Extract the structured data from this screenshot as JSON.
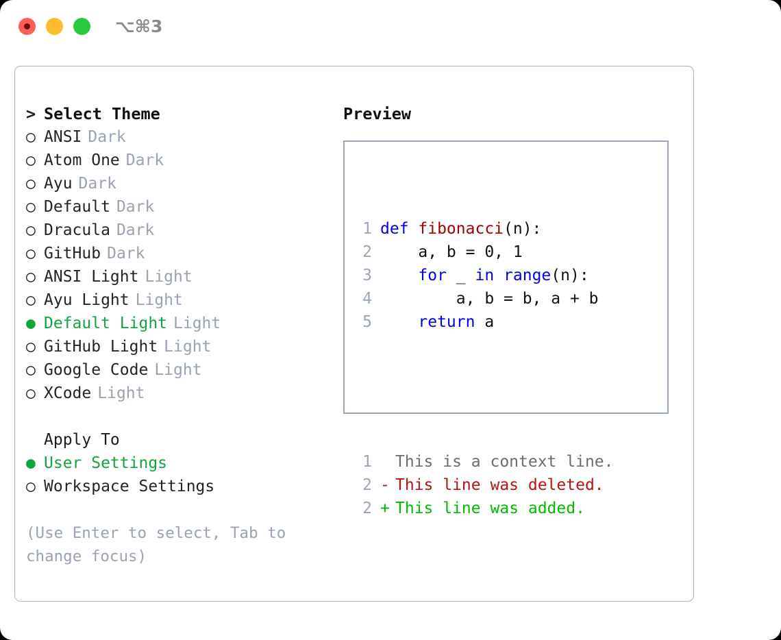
{
  "titlebar": {
    "shortcut": "⌥⌘3",
    "buttons": [
      "close",
      "minimize",
      "maximize"
    ]
  },
  "theme_picker": {
    "header_marker": ">",
    "header_label": "Select Theme",
    "unselected_marker": "○",
    "selected_marker": "●",
    "selected_color": "#10a63c",
    "items": [
      {
        "marker": "○",
        "name": "ANSI",
        "category": "Dark",
        "selected": false
      },
      {
        "marker": "○",
        "name": "Atom One",
        "category": "Dark",
        "selected": false
      },
      {
        "marker": "○",
        "name": "Ayu",
        "category": "Dark",
        "selected": false
      },
      {
        "marker": "○",
        "name": "Default",
        "category": "Dark",
        "selected": false
      },
      {
        "marker": "○",
        "name": "Dracula",
        "category": "Dark",
        "selected": false
      },
      {
        "marker": "○",
        "name": "GitHub",
        "category": "Dark",
        "selected": false
      },
      {
        "marker": "○",
        "name": "ANSI Light",
        "category": "Light",
        "selected": false
      },
      {
        "marker": "○",
        "name": "Ayu Light",
        "category": "Light",
        "selected": false
      },
      {
        "marker": "●",
        "name": "Default Light",
        "category": "Light",
        "selected": true
      },
      {
        "marker": "○",
        "name": "GitHub Light",
        "category": "Light",
        "selected": false
      },
      {
        "marker": "○",
        "name": "Google Code",
        "category": "Light",
        "selected": false
      },
      {
        "marker": "○",
        "name": "XCode",
        "category": "Light",
        "selected": false
      }
    ]
  },
  "apply_to": {
    "title": "Apply To",
    "items": [
      {
        "marker": "●",
        "label": "User Settings",
        "selected": true
      },
      {
        "marker": "○",
        "label": "Workspace Settings",
        "selected": false
      }
    ]
  },
  "hint": "(Use Enter to select, Tab to change focus)",
  "preview": {
    "title": "Preview",
    "code_lines": [
      {
        "num": "1",
        "tokens": [
          {
            "t": "def ",
            "c": "kw"
          },
          {
            "t": "fibonacci",
            "c": "fn"
          },
          {
            "t": "(n):",
            "c": "plain"
          }
        ]
      },
      {
        "num": "2",
        "tokens": [
          {
            "t": "    a, b = 0, 1",
            "c": "plain"
          }
        ]
      },
      {
        "num": "3",
        "tokens": [
          {
            "t": "    ",
            "c": "plain"
          },
          {
            "t": "for",
            "c": "kw"
          },
          {
            "t": " _ ",
            "c": "plain"
          },
          {
            "t": "in",
            "c": "kw"
          },
          {
            "t": " ",
            "c": "plain"
          },
          {
            "t": "range",
            "c": "kw"
          },
          {
            "t": "(n):",
            "c": "plain"
          }
        ]
      },
      {
        "num": "4",
        "tokens": [
          {
            "t": "        a, b = b, a + b",
            "c": "plain"
          }
        ]
      },
      {
        "num": "5",
        "tokens": [
          {
            "t": "    ",
            "c": "plain"
          },
          {
            "t": "return",
            "c": "kw"
          },
          {
            "t": " a",
            "c": "plain"
          }
        ]
      }
    ],
    "diff_lines": [
      {
        "num": "1",
        "gutter": " ",
        "text": "This is a context line.",
        "kind": "ctx"
      },
      {
        "num": "2",
        "gutter": "-",
        "text": "This line was deleted.",
        "kind": "del"
      },
      {
        "num": "2",
        "gutter": "+",
        "text": "This line was added.",
        "kind": "add"
      }
    ]
  }
}
